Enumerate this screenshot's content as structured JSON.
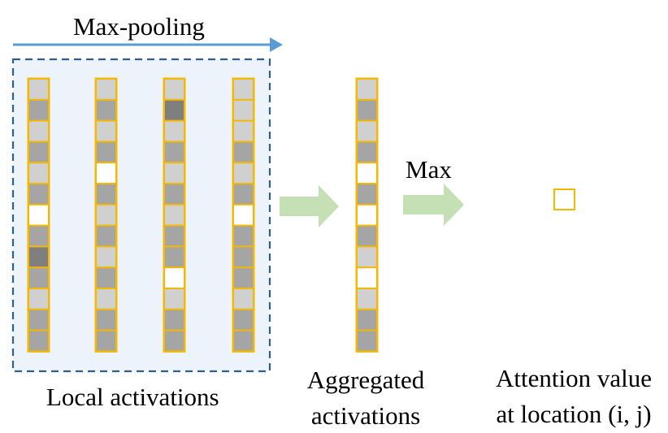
{
  "labels": {
    "max_pooling": "Max-pooling",
    "local_activations": "Local activations",
    "aggregated_line1": "Aggregated",
    "aggregated_line2": "activations",
    "max": "Max",
    "attention_line1": "Attention value",
    "attention_line2": "at location (i, j)"
  },
  "colors": {
    "cell_border": "#f5b800",
    "local_box_fill": "#ecf3fb",
    "local_box_border": "#2e5f8f",
    "pooling_arrow": "#5b9bd5",
    "block_arrow": "#c5e0b4",
    "shade": {
      "white": "#ffffff",
      "light": "#d0d0d0",
      "mid": "#a5a5a5",
      "dark": "#7f7f7f"
    }
  },
  "local_columns": [
    [
      "light",
      "mid",
      "light",
      "mid",
      "light",
      "mid",
      "white",
      "mid",
      "dark",
      "mid",
      "light",
      "mid",
      "mid"
    ],
    [
      "light",
      "mid",
      "light",
      "mid",
      "white",
      "mid",
      "light",
      "mid",
      "light",
      "mid",
      "light",
      "mid",
      "mid"
    ],
    [
      "light",
      "dark",
      "light",
      "mid",
      "light",
      "mid",
      "light",
      "mid",
      "mid",
      "white",
      "light",
      "mid",
      "mid"
    ],
    [
      "light",
      "light",
      "light",
      "mid",
      "light",
      "mid",
      "white",
      "mid",
      "mid",
      "mid",
      "light",
      "mid",
      "mid"
    ]
  ],
  "aggregated_column": [
    "light",
    "mid",
    "light",
    "mid",
    "white",
    "mid",
    "white",
    "mid",
    "light",
    "white",
    "light",
    "mid",
    "mid"
  ],
  "attention_cell": "white"
}
